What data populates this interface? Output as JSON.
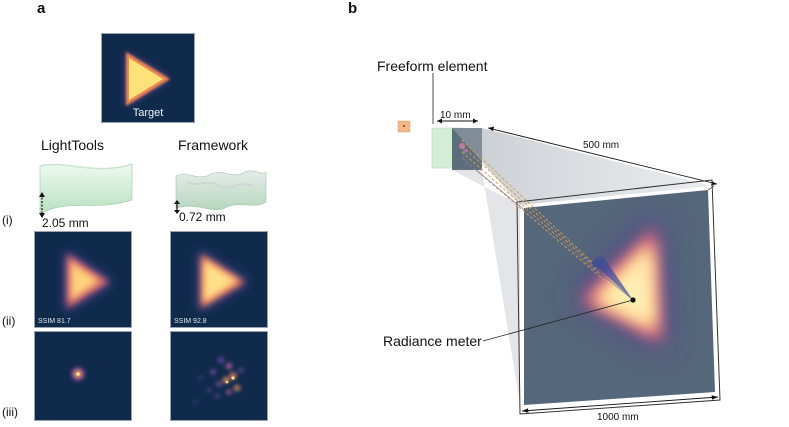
{
  "panel_a": {
    "letter": "a",
    "target_label": "Target",
    "method_left": "LightTools",
    "method_right": "Framework",
    "dim_left": "2.05 mm",
    "dim_right": "0.72 mm",
    "row_i": "(i)",
    "row_ii": "(ii)",
    "row_iii": "(iii)",
    "ssim_left": "SSIM 81.7",
    "ssim_right": "SSIM 92.8"
  },
  "panel_b": {
    "letter": "b",
    "freeform_label": "Freeform element",
    "dim_10": "10 mm",
    "dim_500": "500 mm",
    "dim_1000": "1000 mm",
    "radiance_label": "Radiance meter"
  },
  "colors": {
    "tile_bg": "#0f2a4a",
    "glow_outer": "#4a3d8a",
    "glow_mid": "#e0607a",
    "glow_inner": "#ffe9a0",
    "surface": "#d9f0dc",
    "screen": "#55677a"
  }
}
